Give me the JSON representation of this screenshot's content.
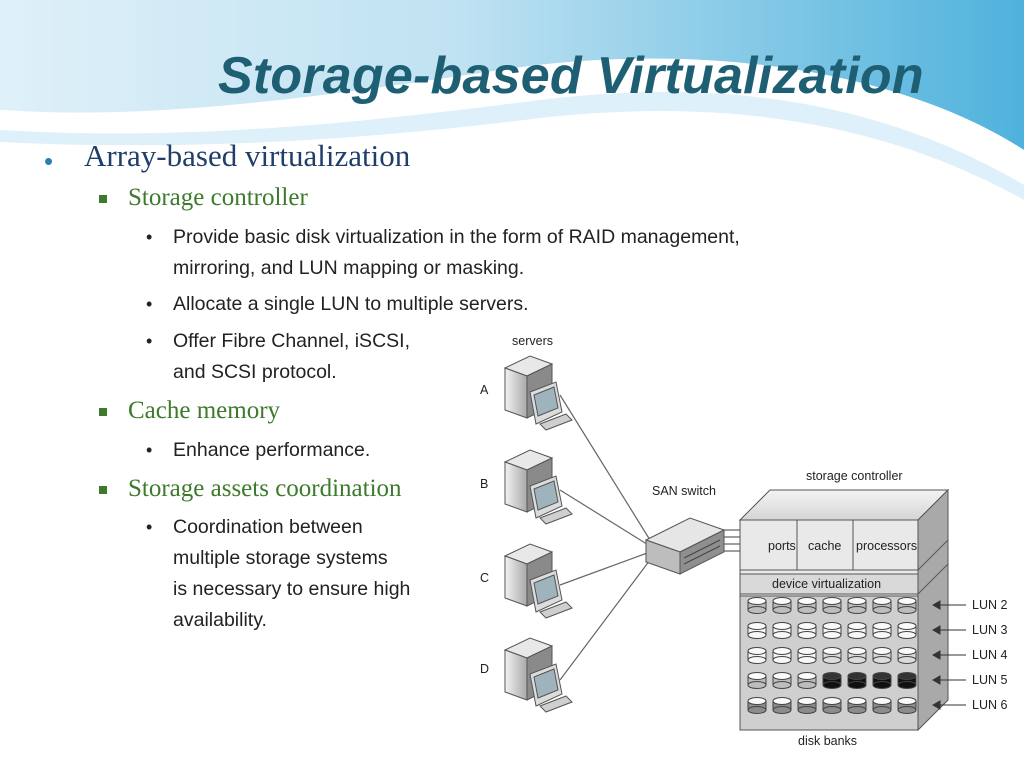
{
  "slide": {
    "title": "Storage-based Virtualization",
    "bullets": [
      {
        "text": "Array-based virtualization",
        "children": [
          {
            "text": "Storage controller",
            "children": [
              "Provide basic disk virtualization in the form of RAID management,\nmirroring, and LUN mapping or masking.",
              "Allocate a single LUN to multiple servers.",
              "Offer Fibre Channel, iSCSI,\nand SCSI protocol."
            ]
          },
          {
            "text": "Cache memory",
            "children": [
              "Enhance performance."
            ]
          },
          {
            "text": "Storage assets coordination",
            "children": [
              "Coordination between\nmultiple storage systems\nis necessary to ensure high\navailability."
            ]
          }
        ]
      }
    ]
  },
  "diagram": {
    "servers_label": "servers",
    "servers": [
      "A",
      "B",
      "C",
      "D"
    ],
    "switch_label": "SAN switch",
    "controller_label": "storage controller",
    "components": [
      "ports",
      "cache",
      "processors"
    ],
    "virtualization_label": "device virtualization",
    "luns": [
      "LUN 2",
      "LUN 3",
      "LUN 4",
      "LUN 5",
      "LUN 6"
    ],
    "disk_banks_label": "disk banks",
    "colors": {
      "title": "#1e5f73",
      "level1": "#1f3f6a",
      "level2": "#3d7a2b",
      "accent": "#2a7fb5"
    }
  }
}
